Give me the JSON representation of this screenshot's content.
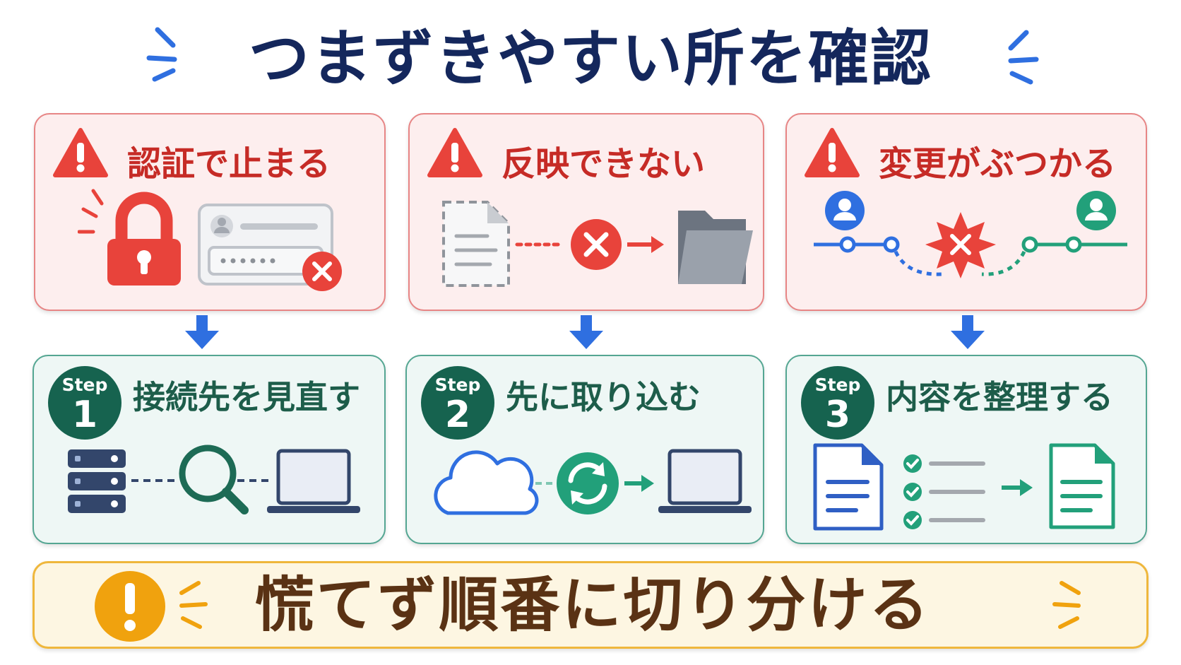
{
  "title": "つまずきやすい所を確認",
  "problems": [
    {
      "title": "認証で止まる"
    },
    {
      "title": "反映できない"
    },
    {
      "title": "変更がぶつかる"
    }
  ],
  "steps": [
    {
      "word": "Step",
      "num": "1",
      "title": "接続先を見直す"
    },
    {
      "word": "Step",
      "num": "2",
      "title": "先に取り込む"
    },
    {
      "word": "Step",
      "num": "3",
      "title": "内容を整理する"
    }
  ],
  "conclusion": {
    "text": "慌てず順番に切り分ける"
  },
  "colors": {
    "title": "#14275c",
    "problem_red": "#e8433b",
    "step_green": "#16634f",
    "conclusion_orange": "#f0a20e",
    "conclusion_text": "#5a3214"
  }
}
